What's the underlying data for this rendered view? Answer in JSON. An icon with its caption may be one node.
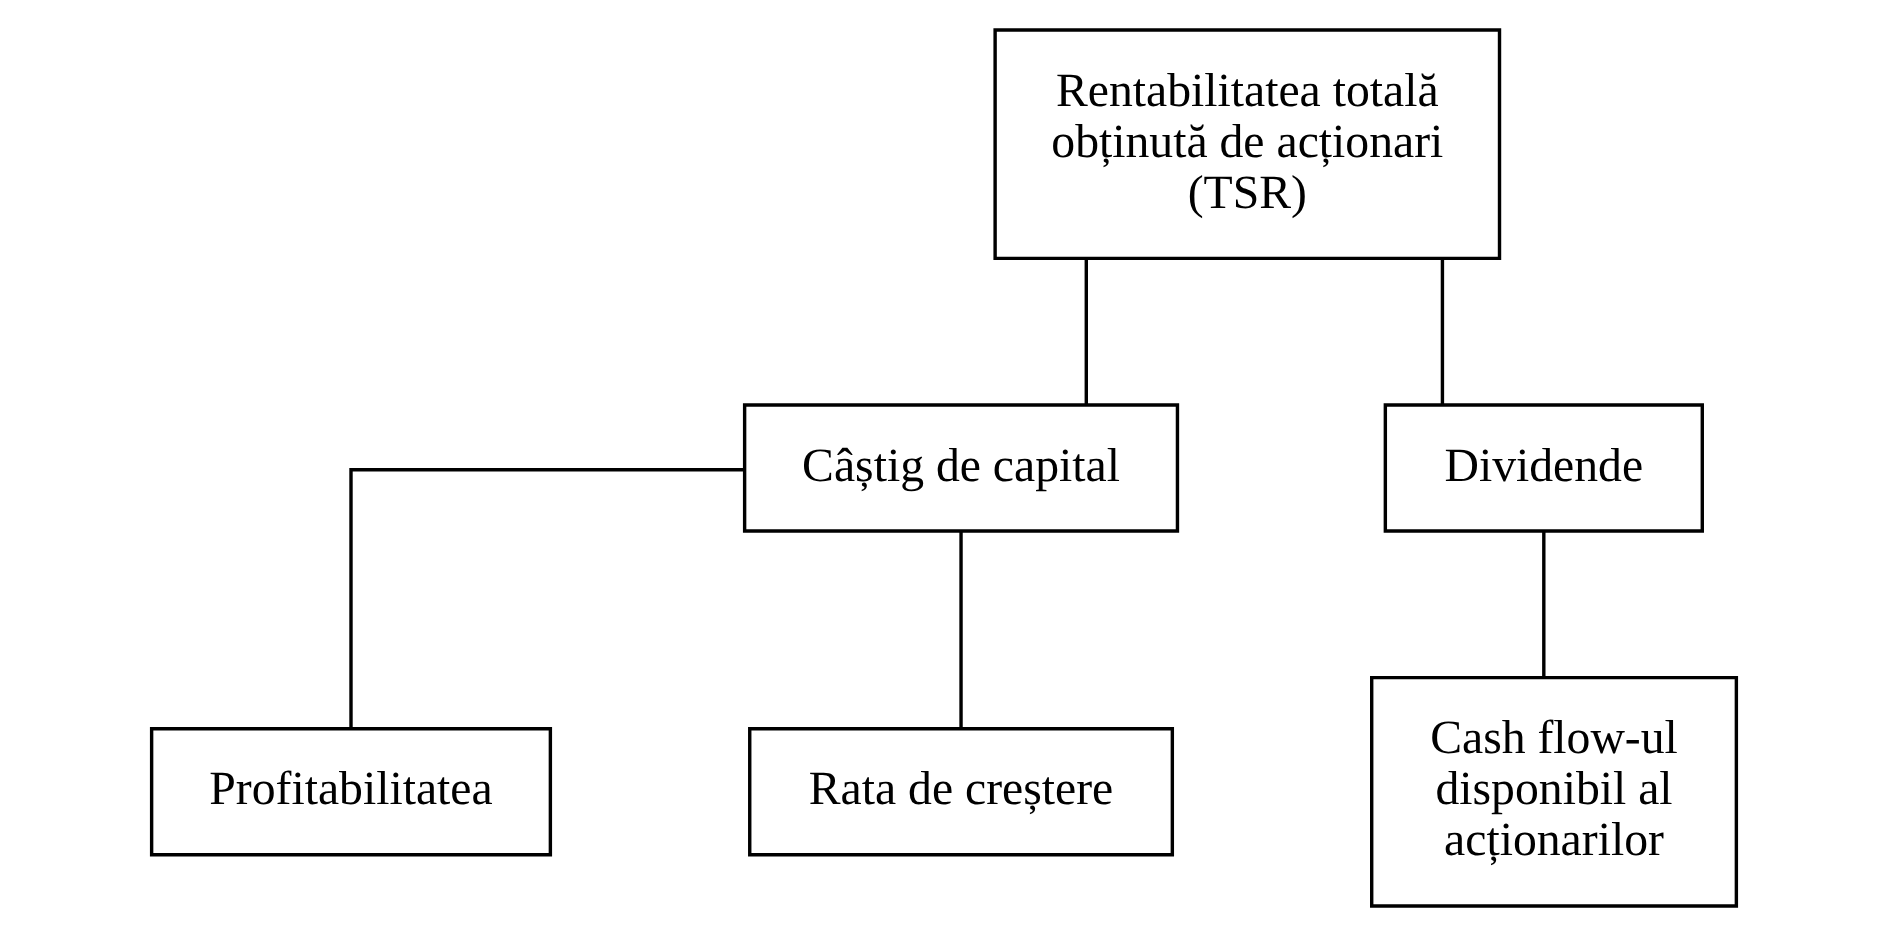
{
  "diagram": {
    "nodes": [
      {
        "text": [
          "Rentabilitatea totală obținută de acționari (TSR)"
        ]
      },
      {
        "text": [
          "Câștig de capital"
        ]
      },
      {
        "text": [
          "Dividende"
        ]
      },
      {
        "text": [
          "Profitabilitatea"
        ]
      },
      {
        "text": [
          "Rata de creștere"
        ]
      },
      {
        "text": [
          "Cash flow-ul disponibil al acționarilor"
        ]
      }
    ],
    "edges": [
      {
        "from": 0,
        "to": 1,
        "arrow": "none"
      },
      {
        "from": 0,
        "to": 2,
        "arrow": "none"
      },
      {
        "from": 1,
        "to": 3,
        "arrow": "none"
      },
      {
        "from": 1,
        "to": 4,
        "arrow": "none"
      },
      {
        "from": 2,
        "to": 5,
        "arrow": "none"
      }
    ]
  }
}
